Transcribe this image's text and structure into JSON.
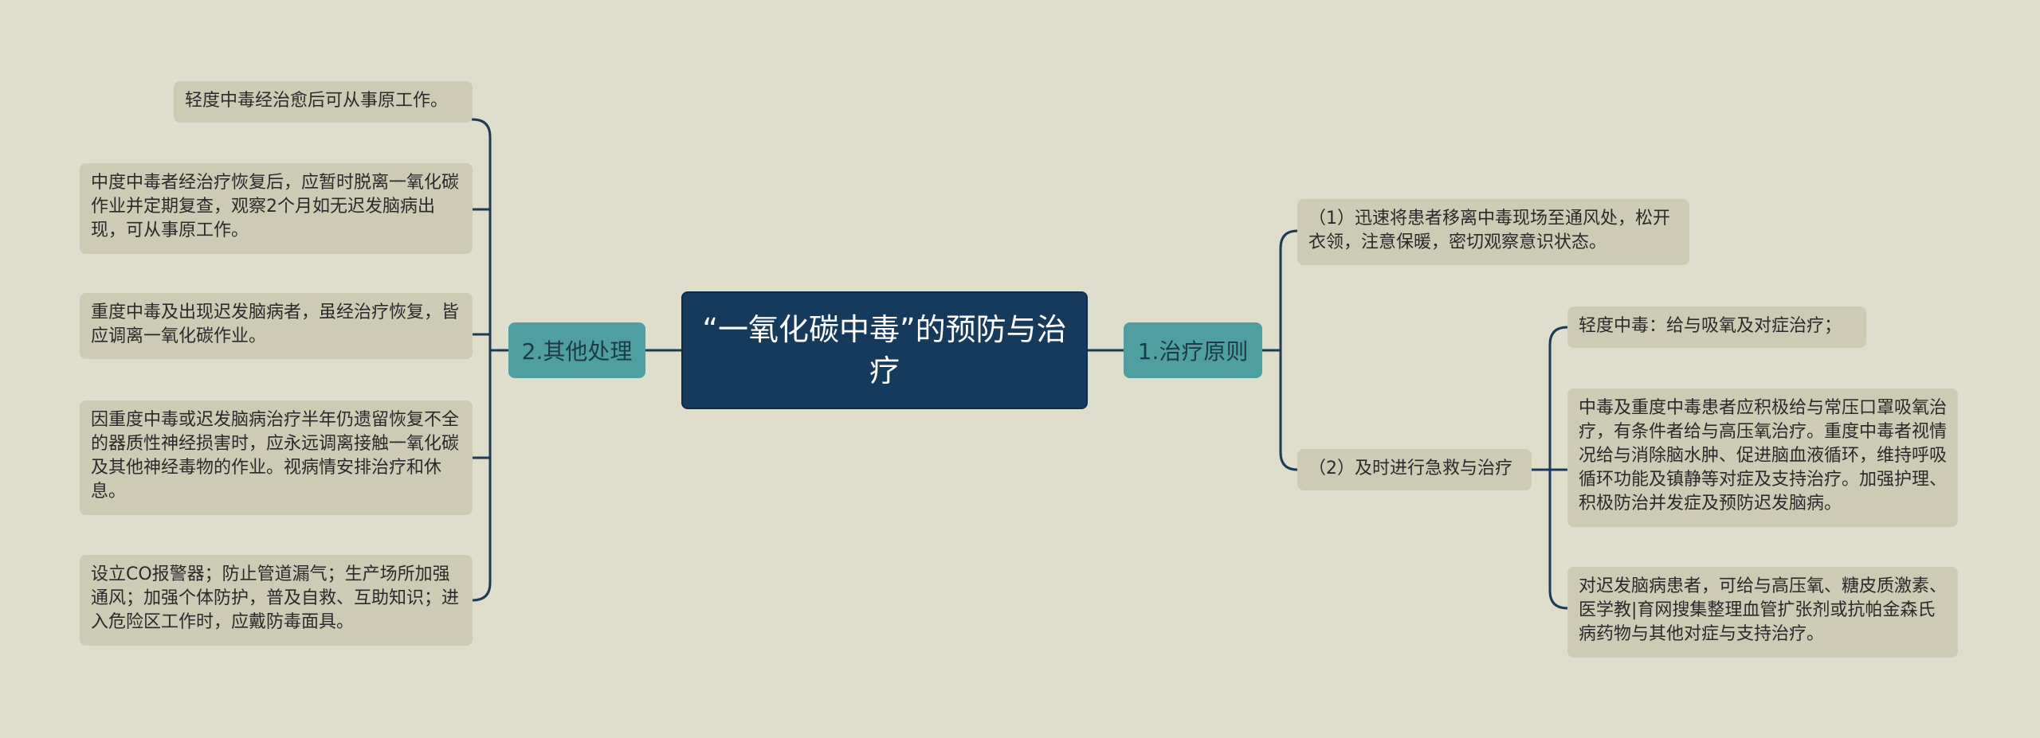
{
  "root": {
    "title": "“一氧化碳中毒”的预防与治疗"
  },
  "branch_right": {
    "label": "1.治疗原则",
    "items": [
      {
        "text": "（1）迅速将患者移离中毒现场至通风处，松开衣领，注意保暖，密切观察意识状态。"
      },
      {
        "text": "（2）及时进行急救与治疗"
      }
    ],
    "sub_items": [
      {
        "text": "轻度中毒：给与吸氧及对症治疗；"
      },
      {
        "text": "中毒及重度中毒患者应积极给与常压口罩吸氧治疗，有条件者给与高压氧治疗。重度中毒者视情况给与消除脑水肿、促进脑血液循环，维持呼吸循环功能及镇静等对症及支持治疗。加强护理、积极防治并发症及预防迟发脑病。"
      },
      {
        "text": "对迟发脑病患者，可给与高压氧、糖皮质激素、医学教|育网搜集整理血管扩张剂或抗帕金森氏病药物与其他对症与支持治疗。"
      }
    ]
  },
  "branch_left": {
    "label": "2.其他处理",
    "items": [
      {
        "text": "轻度中毒经治愈后可从事原工作。"
      },
      {
        "text": "中度中毒者经治疗恢复后，应暂时脱离一氧化碳作业并定期复查，观察2个月如无迟发脑病出现，可从事原工作。"
      },
      {
        "text": "重度中毒及出现迟发脑病者，虽经治疗恢复，皆应调离一氧化碳作业。"
      },
      {
        "text": "因重度中毒或迟发脑病治疗半年仍遗留恢复不全的器质性神经损害时，应永远调离接触一氧化碳及其他神经毒物的作业。视病情安排治疗和休息。"
      },
      {
        "text": "设立CO报警器；防止管道漏气；生产场所加强通风；加强个体防护，普及自救、互助知识；进入危险区工作时，应戴防毒面具。"
      }
    ]
  },
  "colors": {
    "background": "#dfddcc",
    "root": "#163a5c",
    "branch": "#4f9fa0",
    "leaf": "#cecbb5",
    "connector": "#1e3b55"
  }
}
